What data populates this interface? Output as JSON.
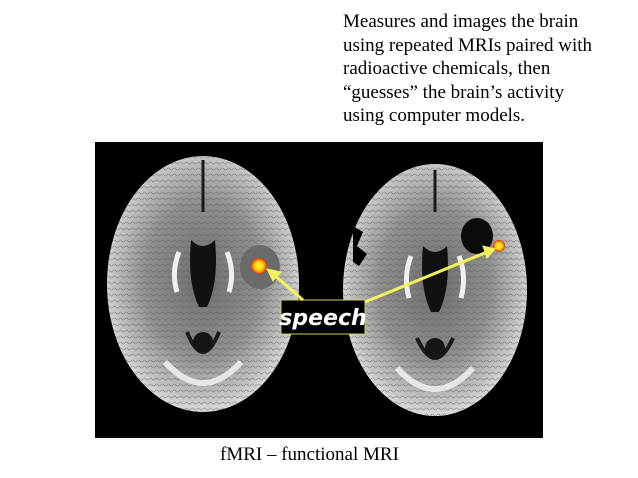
{
  "slide": {
    "description_lines": [
      "Measures and images the brain",
      "using repeated MRIs paired with",
      "radioactive chemicals, then",
      "“guesses” the brain’s activity",
      "using computer models."
    ],
    "caption": "fMRI – functional MRI"
  },
  "figure": {
    "label": "speech",
    "colors": {
      "background": "#000000",
      "arrow": "#f2f25a",
      "activation_core": "#ffe81a",
      "activation_edge": "#e0301a"
    }
  }
}
